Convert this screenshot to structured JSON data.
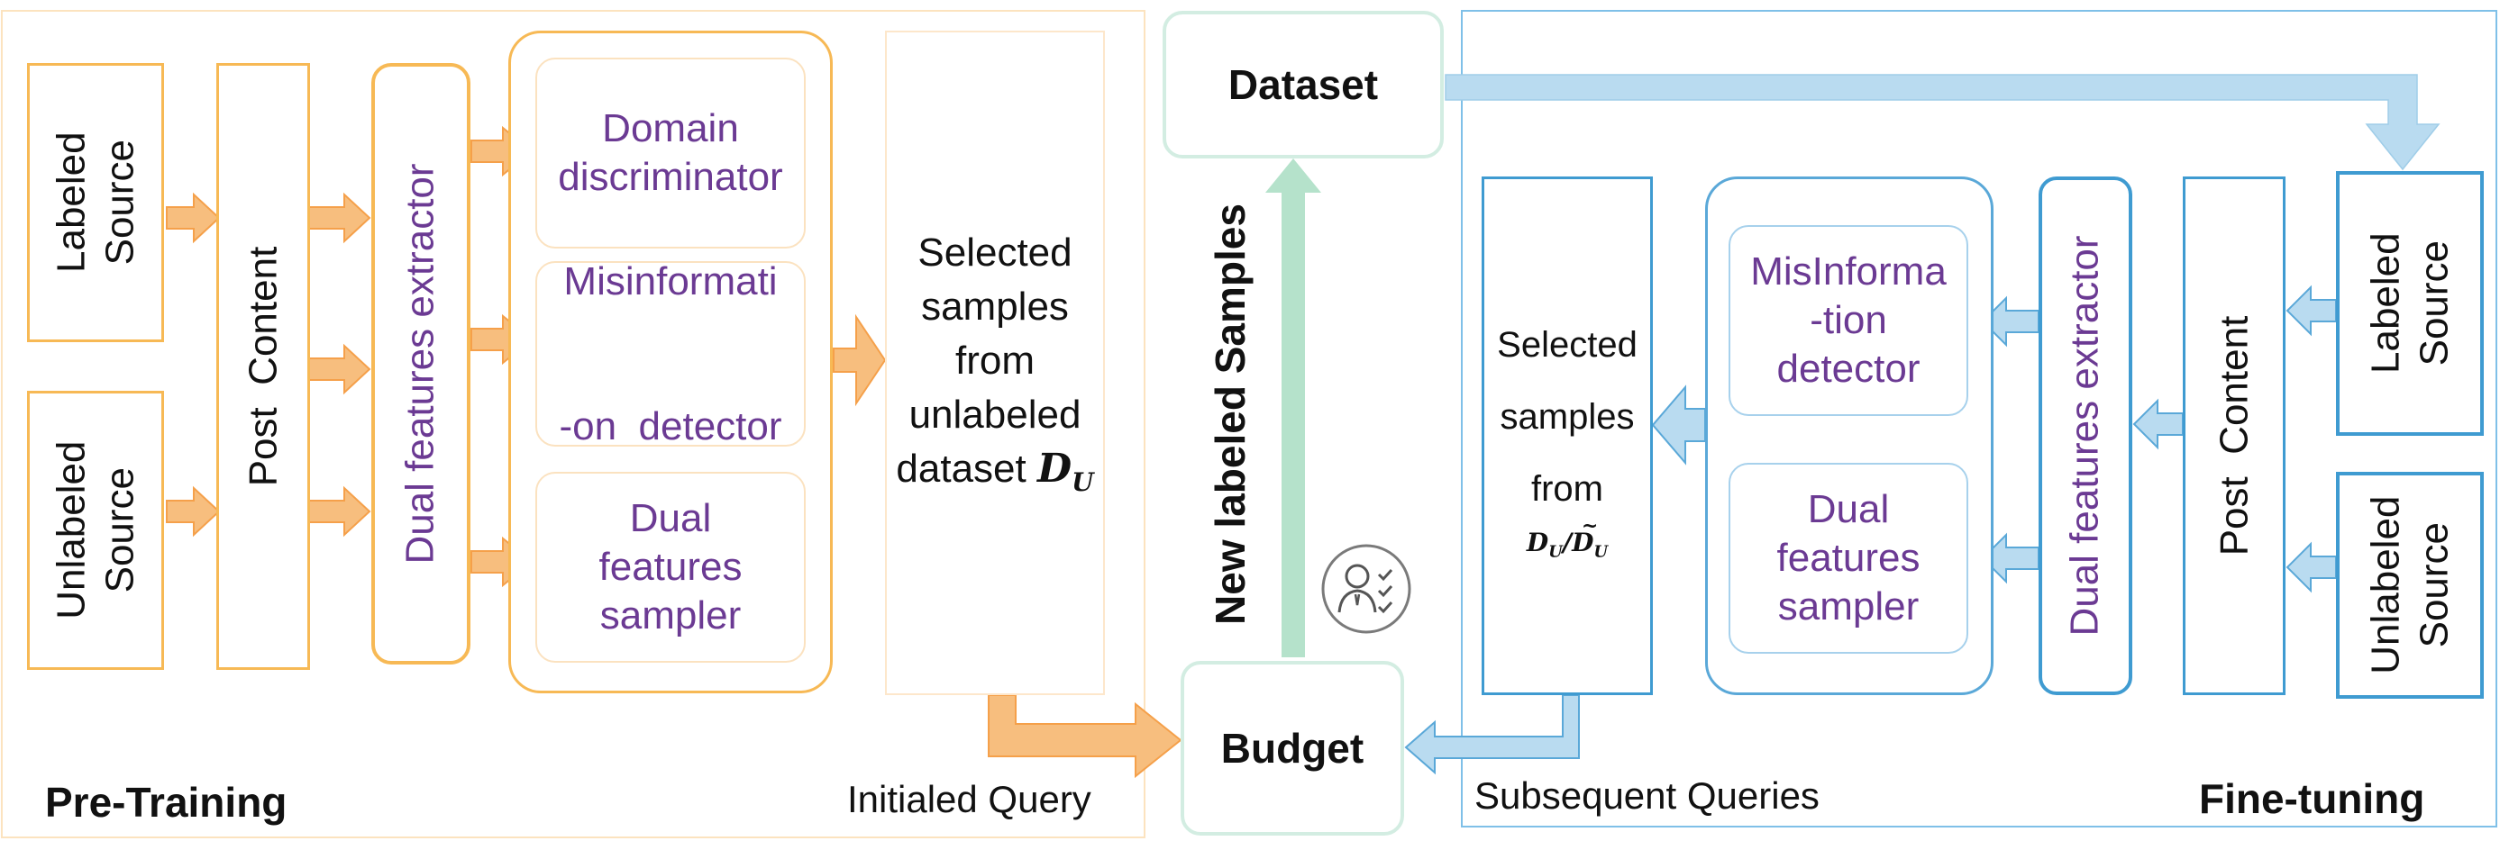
{
  "colors": {
    "orange_box": "#f7b955",
    "orange_arrow": "#f7be7e",
    "orange_arrow_edge": "#f5a04a",
    "orange_frame": "#fce3bf",
    "blue_box": "#3f9bd1",
    "blue_arrow": "#b9dbf0",
    "blue_arrow_edge": "#5aa8d8",
    "blue_frame": "#7fc0e8",
    "green_frame": "#d3ede2",
    "green_arrow": "#b5e2cb",
    "purple_text": "#6b3a93"
  },
  "pretraining": {
    "panel_label": "Pre-Training",
    "query_label": "Initialed Query",
    "labeled_source": [
      "Labeled",
      "Source"
    ],
    "unlabeled_source": [
      "Unlabeled",
      "Source"
    ],
    "post_content": "Post  Content",
    "extractor": "Dual features extractor",
    "domain_discriminator": [
      "Domain",
      "discriminator"
    ],
    "misinformation_detector": [
      "Misinformati",
      "-on  detector"
    ],
    "dual_sampler": [
      "Dual",
      "features",
      "sampler"
    ],
    "selected_samples": [
      "Selected",
      "samples",
      "from",
      "unlabeled",
      "dataset"
    ],
    "dataset_symbol": "D",
    "dataset_subscript": "U"
  },
  "center": {
    "dataset": "Dataset",
    "budget": "Budget",
    "new_labeled": "New labeled Samples",
    "annotator_icon": "annotator-icon"
  },
  "finetuning": {
    "panel_label": "Fine-tuning",
    "query_label": "Subsequent Queries",
    "labeled_source": [
      "Labeled",
      "Source"
    ],
    "unlabeled_source": [
      "Unlabeled",
      "Source"
    ],
    "post_content": "Post  Content",
    "extractor": "Dual features extractor",
    "misinformation_detector": [
      "MisInforma",
      "-tion",
      "detector"
    ],
    "dual_sampler": [
      "Dual",
      "features",
      "sampler"
    ],
    "selected_samples": [
      "Selected",
      "samples",
      "from"
    ],
    "set_symbol": "D",
    "set_subscript": "U",
    "set_separator": "/"
  }
}
